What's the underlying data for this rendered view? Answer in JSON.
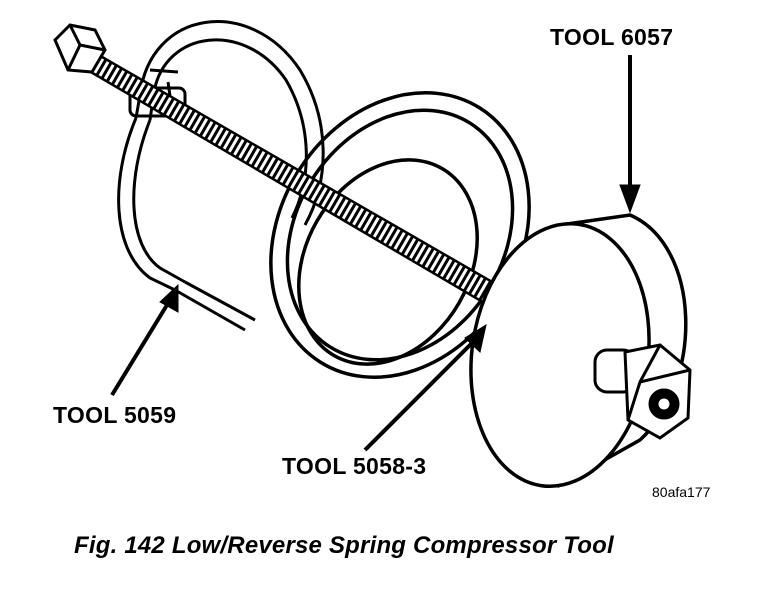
{
  "labels": {
    "tool_6057": "TOOL 6057",
    "tool_5059": "TOOL 5059",
    "tool_5058_3": "TOOL 5058-3",
    "figure_code": "80afa177"
  },
  "caption": "Fig. 142 Low/Reverse Spring Compressor Tool",
  "colors": {
    "ink": "#000000",
    "paper": "#ffffff"
  }
}
